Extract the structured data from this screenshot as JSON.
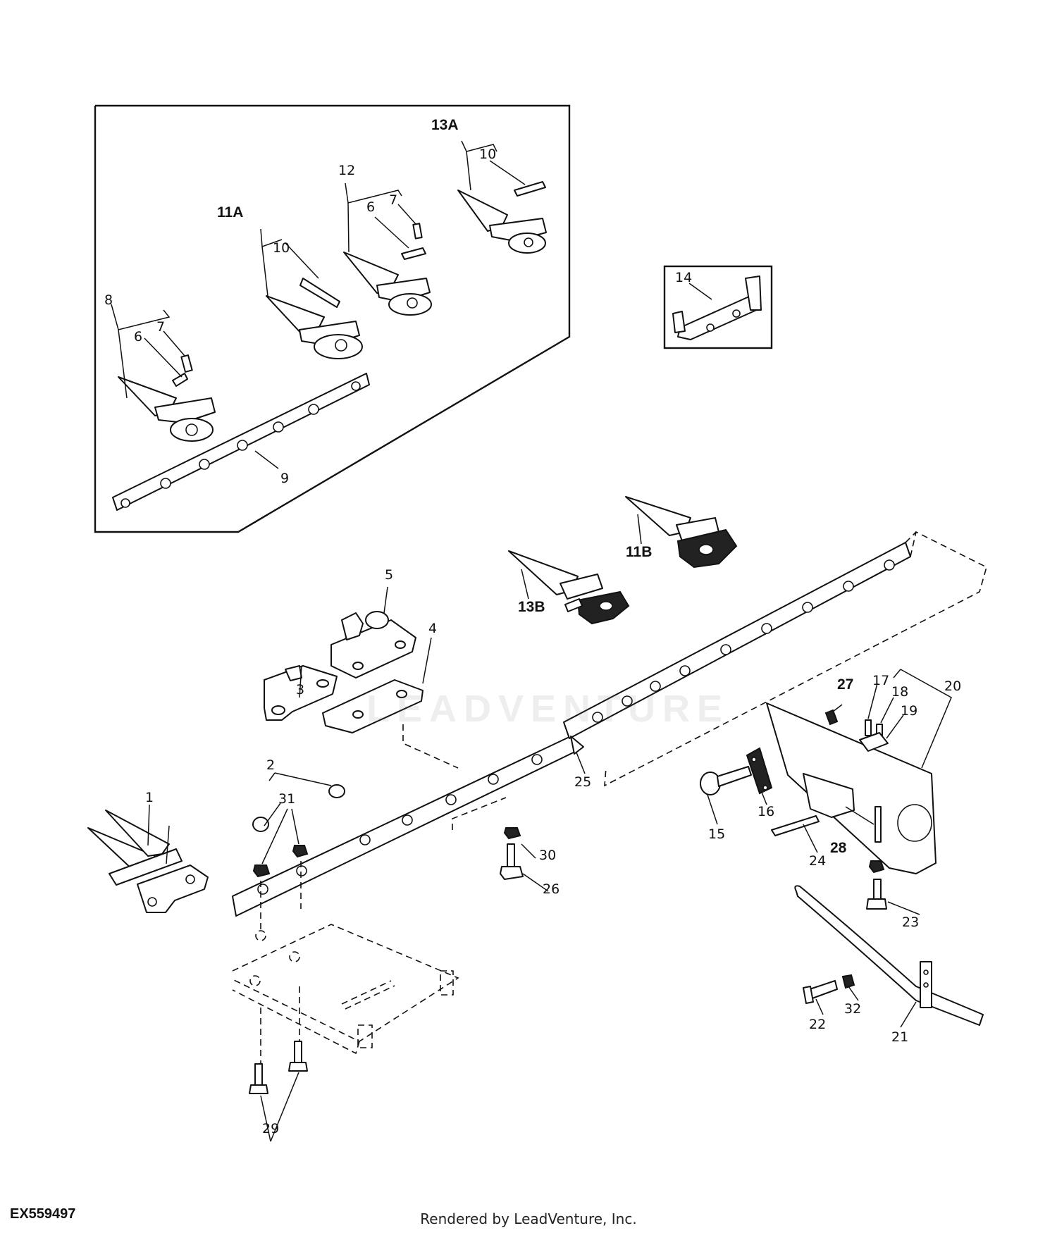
{
  "figure_id": "EX559497",
  "credit": "Rendered by LeadVenture, Inc.",
  "watermark": "LEADVENTURE",
  "callouts": {
    "c1": "1",
    "c2": "2",
    "c3": "3",
    "c4": "4",
    "c5": "5",
    "c6a": "6",
    "c6b": "6",
    "c7a": "7",
    "c7b": "7",
    "c8": "8",
    "c9a": "9",
    "c10a": "10",
    "c10b": "10",
    "c11a": "11A",
    "c11b": "11B",
    "c12": "12",
    "c13a": "13A",
    "c13b": "13B",
    "c14": "14",
    "c15": "15",
    "c16": "16",
    "c17": "17",
    "c18": "18",
    "c19": "19",
    "c20": "20",
    "c21": "21",
    "c22": "22",
    "c23": "23",
    "c24": "24",
    "c25": "25",
    "c26": "26",
    "c27": "27",
    "c28": "28",
    "c29": "29",
    "c30": "30",
    "c31": "31",
    "c32": "32"
  },
  "colors": {
    "line": "#111111",
    "background": "#ffffff",
    "watermark": "#787878"
  }
}
